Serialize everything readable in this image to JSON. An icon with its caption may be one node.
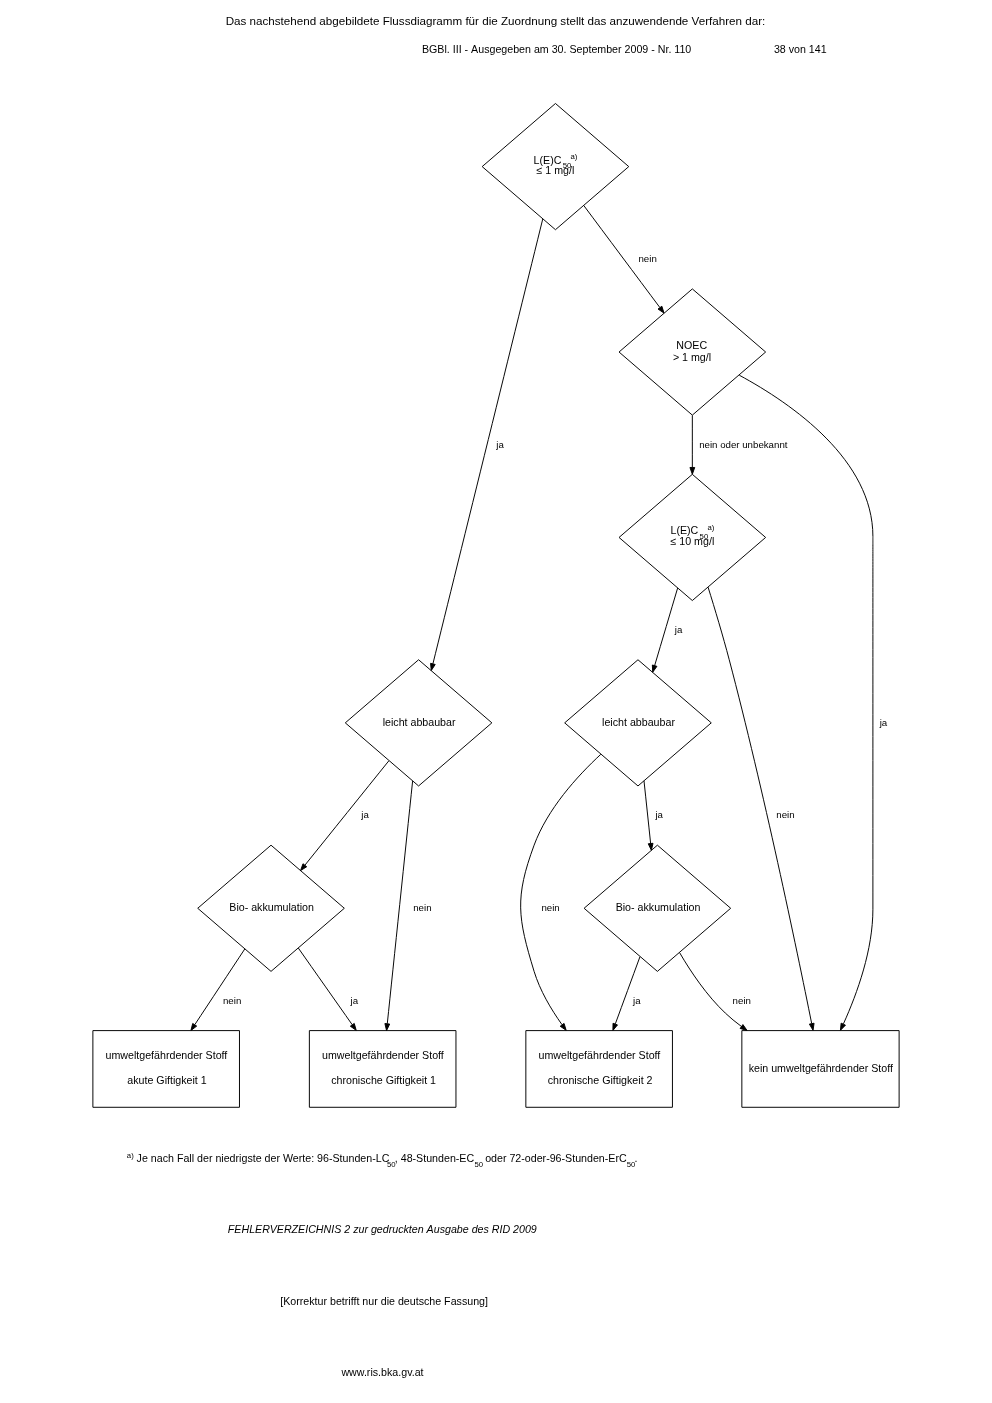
{
  "diagram": {
    "title": "Das nachstehend abgebildete Flussdiagramm für die Zuordnung stellt das anzuwendende Verfahren dar:",
    "nodes": [
      {
        "text": [
          "L(E)C$_{50}$$^{a)}$",
          "≤ 1 mg/l"
        ]
      },
      {
        "text": [
          "NOEC",
          "> 1 mg/l"
        ]
      },
      {
        "text": [
          "L(E)C$_{50}$$^{a)}$",
          "≤ 10 mg/l"
        ]
      },
      {
        "text": [
          "leicht abbaubar"
        ]
      },
      {
        "text": [
          "leicht abbaubar"
        ]
      },
      {
        "text": [
          "Bio- akkumulation"
        ]
      },
      {
        "text": [
          "Bio- akkumulation"
        ]
      },
      {
        "text": [
          "umweltgefährdender Stoff",
          "akute Giftigkeit 1"
        ]
      },
      {
        "text": [
          "umweltgefährdender Stoff",
          "chronische Giftigkeit 1"
        ]
      },
      {
        "text": [
          "umweltgefährdender Stoff",
          "chronische Giftigkeit 2"
        ]
      },
      {
        "text": [
          "kein umweltgefährdender Stoff"
        ]
      }
    ],
    "edges": [
      {
        "from": 0,
        "to": 3,
        "arrow": "to",
        "label": "ja"
      },
      {
        "from": 0,
        "to": 1,
        "arrow": "to",
        "label": "nein"
      },
      {
        "from": 1,
        "to": 10,
        "arrow": "to",
        "label": "ja"
      },
      {
        "from": 1,
        "to": 2,
        "arrow": "to",
        "label": "nein oder unbekannt"
      },
      {
        "from": 2,
        "to": 10,
        "arrow": "to",
        "label": "nein"
      },
      {
        "from": 2,
        "to": 4,
        "arrow": "to",
        "label": "ja"
      },
      {
        "from": 3,
        "to": 8,
        "arrow": "to",
        "label": "nein"
      },
      {
        "from": 3,
        "to": 5,
        "arrow": "to",
        "label": "ja"
      },
      {
        "from": 5,
        "to": 8,
        "arrow": "to",
        "label": "ja"
      },
      {
        "from": 5,
        "to": 7,
        "arrow": "to",
        "label": "nein"
      },
      {
        "from": 4,
        "to": 9,
        "arrow": "to",
        "label": "nein"
      },
      {
        "from": 4,
        "to": 6,
        "arrow": "to",
        "label": "ja"
      },
      {
        "from": 6,
        "to": 10,
        "arrow": "to",
        "label": "nein"
      },
      {
        "from": 6,
        "to": 9,
        "arrow": "to",
        "label": "ja"
      }
    ],
    "labels": [
      "BGBl. III - Ausgegeben am 30. September 2009 - Nr. 110",
      "38 von 141",
      "$^{a)}$ Je nach Fall der niedrigste der Werte: 96-Stunden-LC$_{50}$, 48-Stunden-EC$_{50}$ oder 72-oder-96-Stunden-ErC$_{50}$.",
      "FEHLERVERZEICHNIS 2 zur gedruckten Ausgabe des RID 2009",
      "[Korrektur betrifft nur die deutsche Fassung]",
      "www.ris.bka.gv.at"
    ]
  }
}
